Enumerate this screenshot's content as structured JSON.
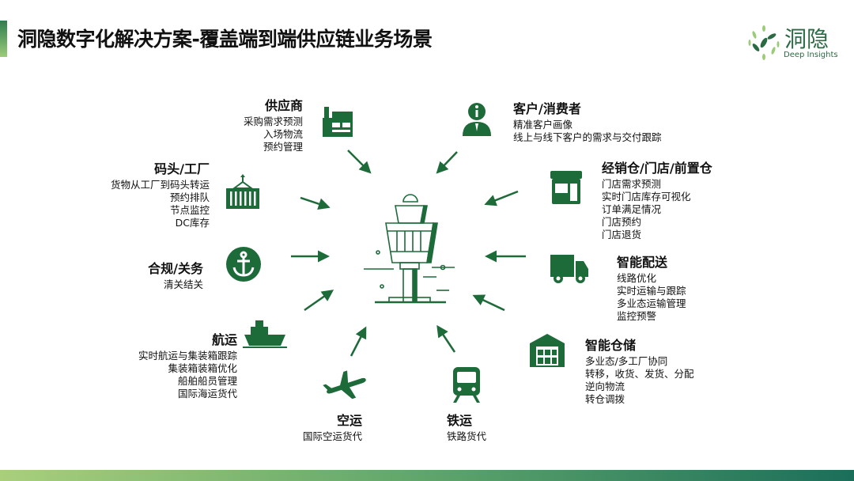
{
  "title": "洞隐数字化解决方案-覆盖端到端供应链业务场景",
  "logo": {
    "cn": "洞隐",
    "en": "Deep Insights"
  },
  "colors": {
    "primary": "#1e6b3a"
  },
  "nodes": {
    "supplier": {
      "title": "供应商",
      "lines": [
        "采购需求预测",
        "入场物流",
        "预约管理"
      ],
      "icon": "factory-icon"
    },
    "customer": {
      "title": "客户/消费者",
      "lines": [
        "精准客户画像",
        "线上与线下客户的需求与交付跟踪"
      ],
      "icon": "person-info-icon"
    },
    "port": {
      "title": "码头/工厂",
      "lines": [
        "货物从工厂到码头转运",
        "预约排队",
        "节点监控",
        "DC库存"
      ],
      "icon": "container-crane-icon"
    },
    "store": {
      "title": "经销仓/门店/前置仓",
      "lines": [
        "门店需求预测",
        "实时门店库存可视化",
        "订单满足情况",
        "门店预约",
        "门店退货"
      ],
      "icon": "store-icon"
    },
    "customs": {
      "title": "合规/关务",
      "lines": [
        "清关结关"
      ],
      "icon": "anchor-icon"
    },
    "delivery": {
      "title": "智能配送",
      "lines": [
        "线路优化",
        "实时运输与跟踪",
        "多业态运输管理",
        "监控预警"
      ],
      "icon": "truck-icon"
    },
    "shipping": {
      "title": "航运",
      "lines": [
        "实时航运与集装箱跟踪",
        "集装箱装箱优化",
        "船舶船员管理",
        "国际海运货代"
      ],
      "icon": "ship-icon"
    },
    "warehouse": {
      "title": "智能仓储",
      "lines": [
        "多业态/多工厂协同",
        "转移，收货、发货、分配",
        "逆向物流",
        "转仓调拨"
      ],
      "icon": "warehouse-icon"
    },
    "air": {
      "title": "空运",
      "lines": [
        "国际空运货代"
      ],
      "icon": "airplane-icon"
    },
    "rail": {
      "title": "铁运",
      "lines": [
        "铁路货代"
      ],
      "icon": "train-icon"
    }
  }
}
